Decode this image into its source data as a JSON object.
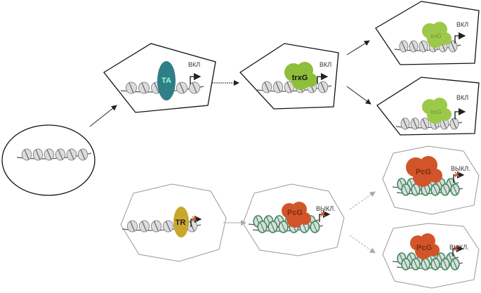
{
  "labels": {
    "on": "ВКЛ",
    "off": "ВЫКЛ."
  },
  "proteins": {
    "activator": "TA",
    "trithorax": "trxG",
    "repressor": "TR",
    "polycomb": "PcG"
  },
  "colors": {
    "activator": "#2f7f86",
    "trithorax": "#8fbf3a",
    "repressor": "#c9a72c",
    "polycomb": "#d2552a",
    "nucleosome": "#d8d8dc",
    "dna_green": "#3c8a5a"
  }
}
